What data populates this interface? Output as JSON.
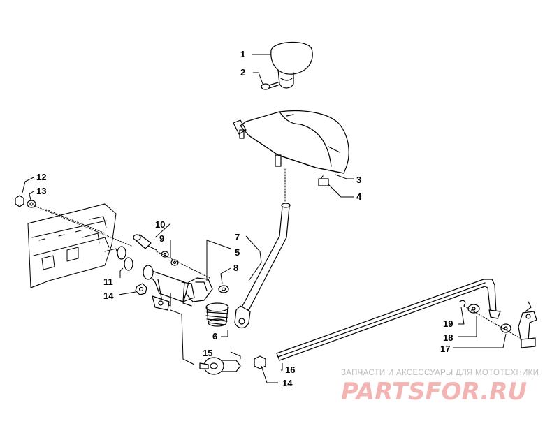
{
  "callouts": {
    "c1": "1",
    "c2": "2",
    "c3": "3",
    "c4": "4",
    "c5": "5",
    "c6": "6",
    "c7": "7",
    "c8": "8",
    "c9": "9",
    "c10": "10",
    "c11": "11",
    "c12": "12",
    "c13": "13",
    "c14a": "14",
    "c14b": "14",
    "c15": "15",
    "c16": "16",
    "c17": "17",
    "c18": "18",
    "c19": "19"
  },
  "watermark": {
    "subtitle": "ЗАПЧАСТИ И АКСЕССУАРЫ ДЛЯ МОТОТЕХНИКИ",
    "logo": "PARTSFOR.RU",
    "color": "#f3b4b4"
  }
}
